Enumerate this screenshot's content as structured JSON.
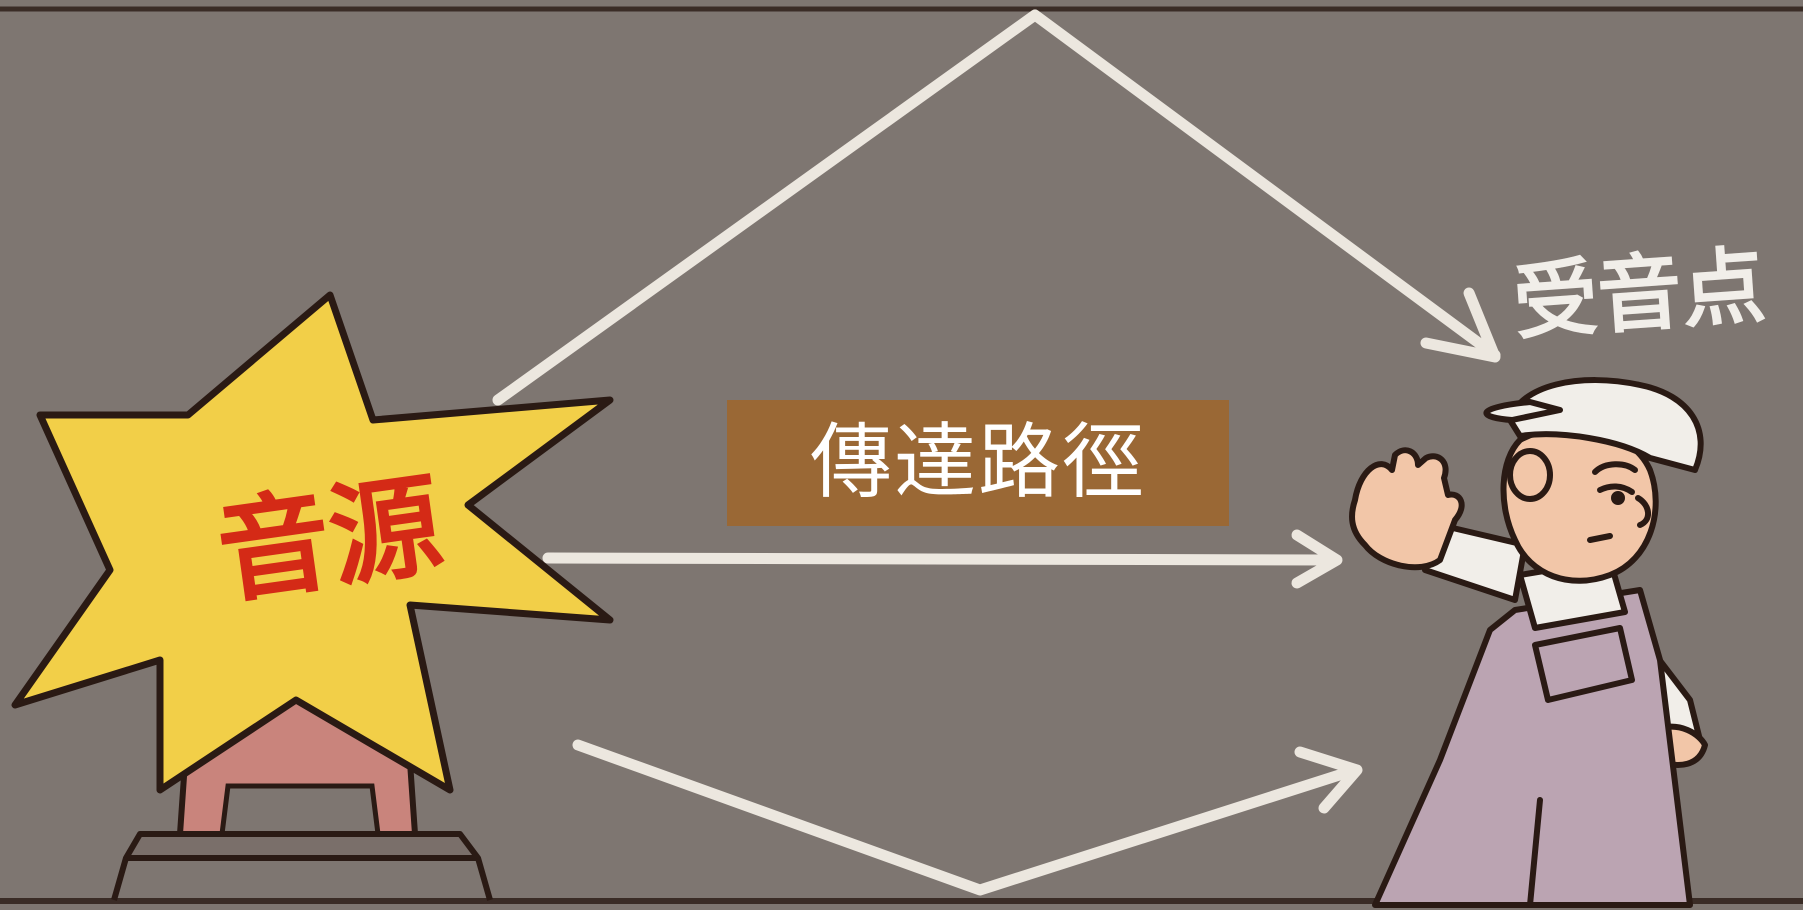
{
  "diagram": {
    "source_label": "音源",
    "receiver_label": "受音点",
    "transmission_path_label": "傳達路徑"
  },
  "colors": {
    "background": "#7e7671",
    "arrow": "#ece7df",
    "outline": "#2a1a14",
    "star_fill": "#f2cf48",
    "source_text": "#d42a16",
    "label_box": "#9a6835",
    "label_text": "#ffffff",
    "overalls": "#bba4b2",
    "skin": "#f2c6a8",
    "cap": "#f1eee9",
    "stool": "#c9847c"
  }
}
